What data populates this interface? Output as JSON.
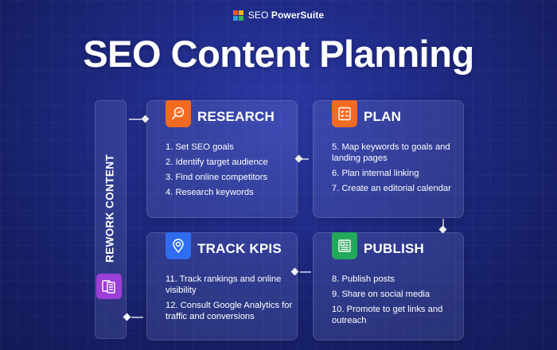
{
  "brand": {
    "prefix": "SEO ",
    "name": "PowerSuite"
  },
  "title": "SEO Content Planning",
  "side": {
    "label": "REWORK CONTENT",
    "icon": "documents-icon",
    "color": "#9b3fd6"
  },
  "cards": {
    "research": {
      "title": "RESEARCH",
      "icon": "magnifier-chart-icon",
      "color": "#f36b21",
      "steps": [
        "1. Set SEO goals",
        "2. Identify target audience",
        "3. Find online competitors",
        "4. Research keywords"
      ]
    },
    "plan": {
      "title": "PLAN",
      "icon": "checklist-icon",
      "color": "#f36b21",
      "steps": [
        "5. Map keywords to goals and landing pages",
        "6. Plan internal linking",
        "7. Create an editorial calendar"
      ]
    },
    "track": {
      "title": "TRACK KPIS",
      "icon": "target-pin-icon",
      "color": "#2f6df0",
      "steps": [
        "11. Track rankings and online visibility",
        "12. Consult Google Analytics for traffic and conversions"
      ]
    },
    "publish": {
      "title": "PUBLISH",
      "icon": "newspaper-icon",
      "color": "#23a95a",
      "steps": [
        "8. Publish posts",
        "9. Share on social media",
        "10. Promote to get links and outreach"
      ]
    }
  }
}
